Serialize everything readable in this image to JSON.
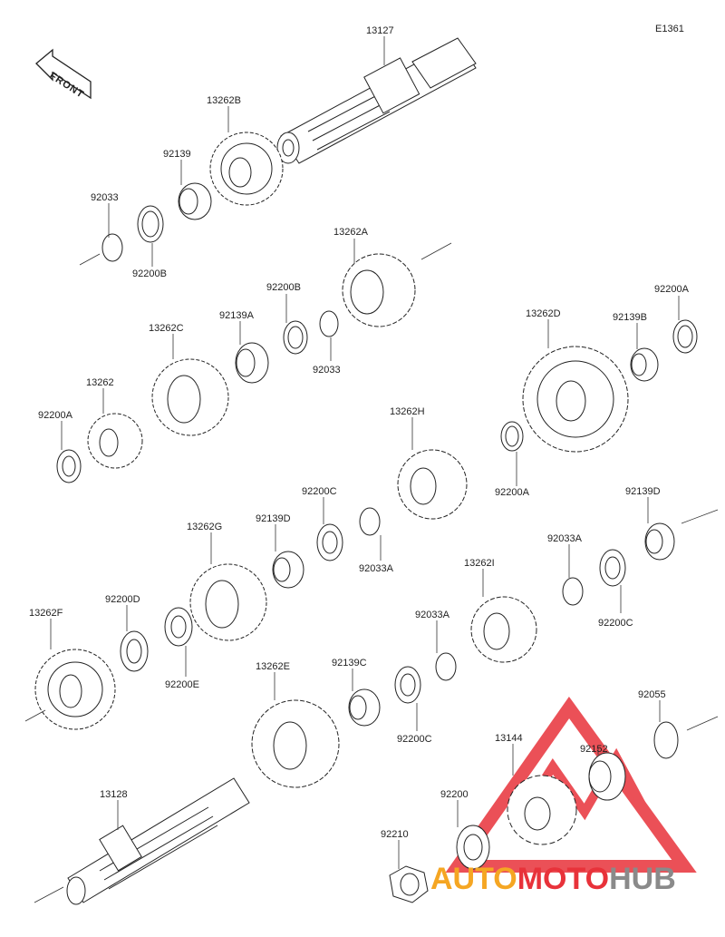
{
  "diagram_code": "E1361",
  "front_arrow": {
    "label": "FRONT",
    "icon": "front-direction-arrow-icon"
  },
  "callouts": [
    {
      "id": "c13127",
      "text": "13127"
    },
    {
      "id": "c13262B",
      "text": "13262B"
    },
    {
      "id": "c92139",
      "text": "92139"
    },
    {
      "id": "c92033a1",
      "text": "92033"
    },
    {
      "id": "c92200B1",
      "text": "92200B"
    },
    {
      "id": "c13262A",
      "text": "13262A"
    },
    {
      "id": "c92200B2",
      "text": "92200B"
    },
    {
      "id": "c92033b",
      "text": "92033"
    },
    {
      "id": "c92139A",
      "text": "92139A"
    },
    {
      "id": "c13262C",
      "text": "13262C"
    },
    {
      "id": "c13262",
      "text": "13262"
    },
    {
      "id": "c92200A1",
      "text": "92200A"
    },
    {
      "id": "c13262D",
      "text": "13262D"
    },
    {
      "id": "c92139B",
      "text": "92139B"
    },
    {
      "id": "c92200A2",
      "text": "92200A"
    },
    {
      "id": "c13262H",
      "text": "13262H"
    },
    {
      "id": "c92200A3",
      "text": "92200A"
    },
    {
      "id": "c92200C1",
      "text": "92200C"
    },
    {
      "id": "c92139D1",
      "text": "92139D"
    },
    {
      "id": "c13262G",
      "text": "13262G"
    },
    {
      "id": "c92033A1",
      "text": "92033A"
    },
    {
      "id": "c92139D2",
      "text": "92139D"
    },
    {
      "id": "c92033A2",
      "text": "92033A"
    },
    {
      "id": "c13262I",
      "text": "13262I"
    },
    {
      "id": "c92200C2",
      "text": "92200C"
    },
    {
      "id": "c13262F",
      "text": "13262F"
    },
    {
      "id": "c92200D",
      "text": "92200D"
    },
    {
      "id": "c92200E",
      "text": "92200E"
    },
    {
      "id": "c13262E",
      "text": "13262E"
    },
    {
      "id": "c92139C",
      "text": "92139C"
    },
    {
      "id": "c92033A3",
      "text": "92033A"
    },
    {
      "id": "c92200C3",
      "text": "92200C"
    },
    {
      "id": "c92055",
      "text": "92055"
    },
    {
      "id": "c92152",
      "text": "92152"
    },
    {
      "id": "c13144",
      "text": "13144"
    },
    {
      "id": "c13128",
      "text": "13128"
    },
    {
      "id": "c92200",
      "text": "92200"
    },
    {
      "id": "c92210",
      "text": "92210"
    }
  ],
  "watermark": {
    "part1": "AUTO",
    "part2": "MOTO",
    "part3": "HUB",
    "colors": {
      "orange": "#f5a623",
      "red": "#e8323a",
      "grey": "#8a8a8a"
    }
  }
}
